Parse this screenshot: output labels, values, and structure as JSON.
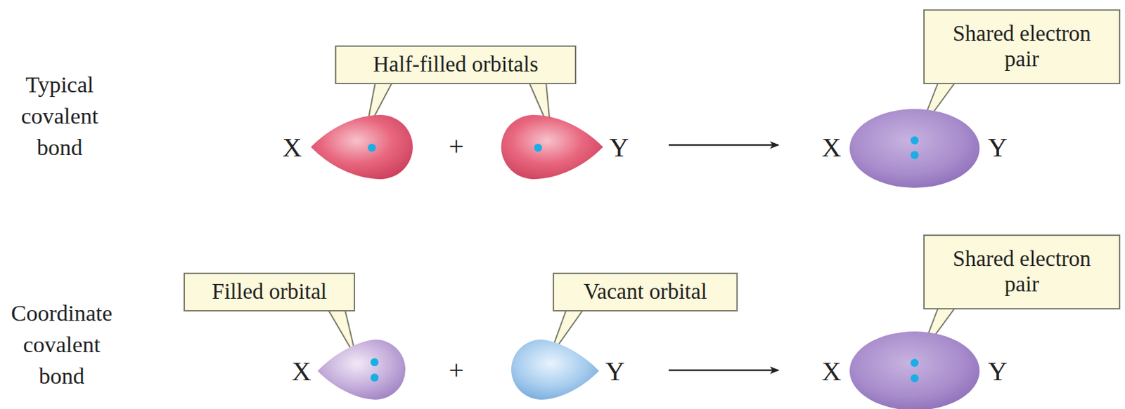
{
  "diagram": {
    "nodes": [
      {
        "text": [
          "Half-filled orbitals"
        ]
      },
      {
        "text": [
          "Shared electron pair"
        ]
      },
      {
        "text": [
          "Filled orbital"
        ]
      },
      {
        "text": [
          "Vacant orbital"
        ]
      },
      {
        "text": [
          "Shared electron pair"
        ]
      }
    ],
    "labels": [
      "Typical covalent bond",
      "X",
      "+",
      "Y",
      "X",
      "Y",
      "Coordinate covalent bond",
      "X",
      "+",
      "Y",
      "X",
      "Y"
    ]
  }
}
